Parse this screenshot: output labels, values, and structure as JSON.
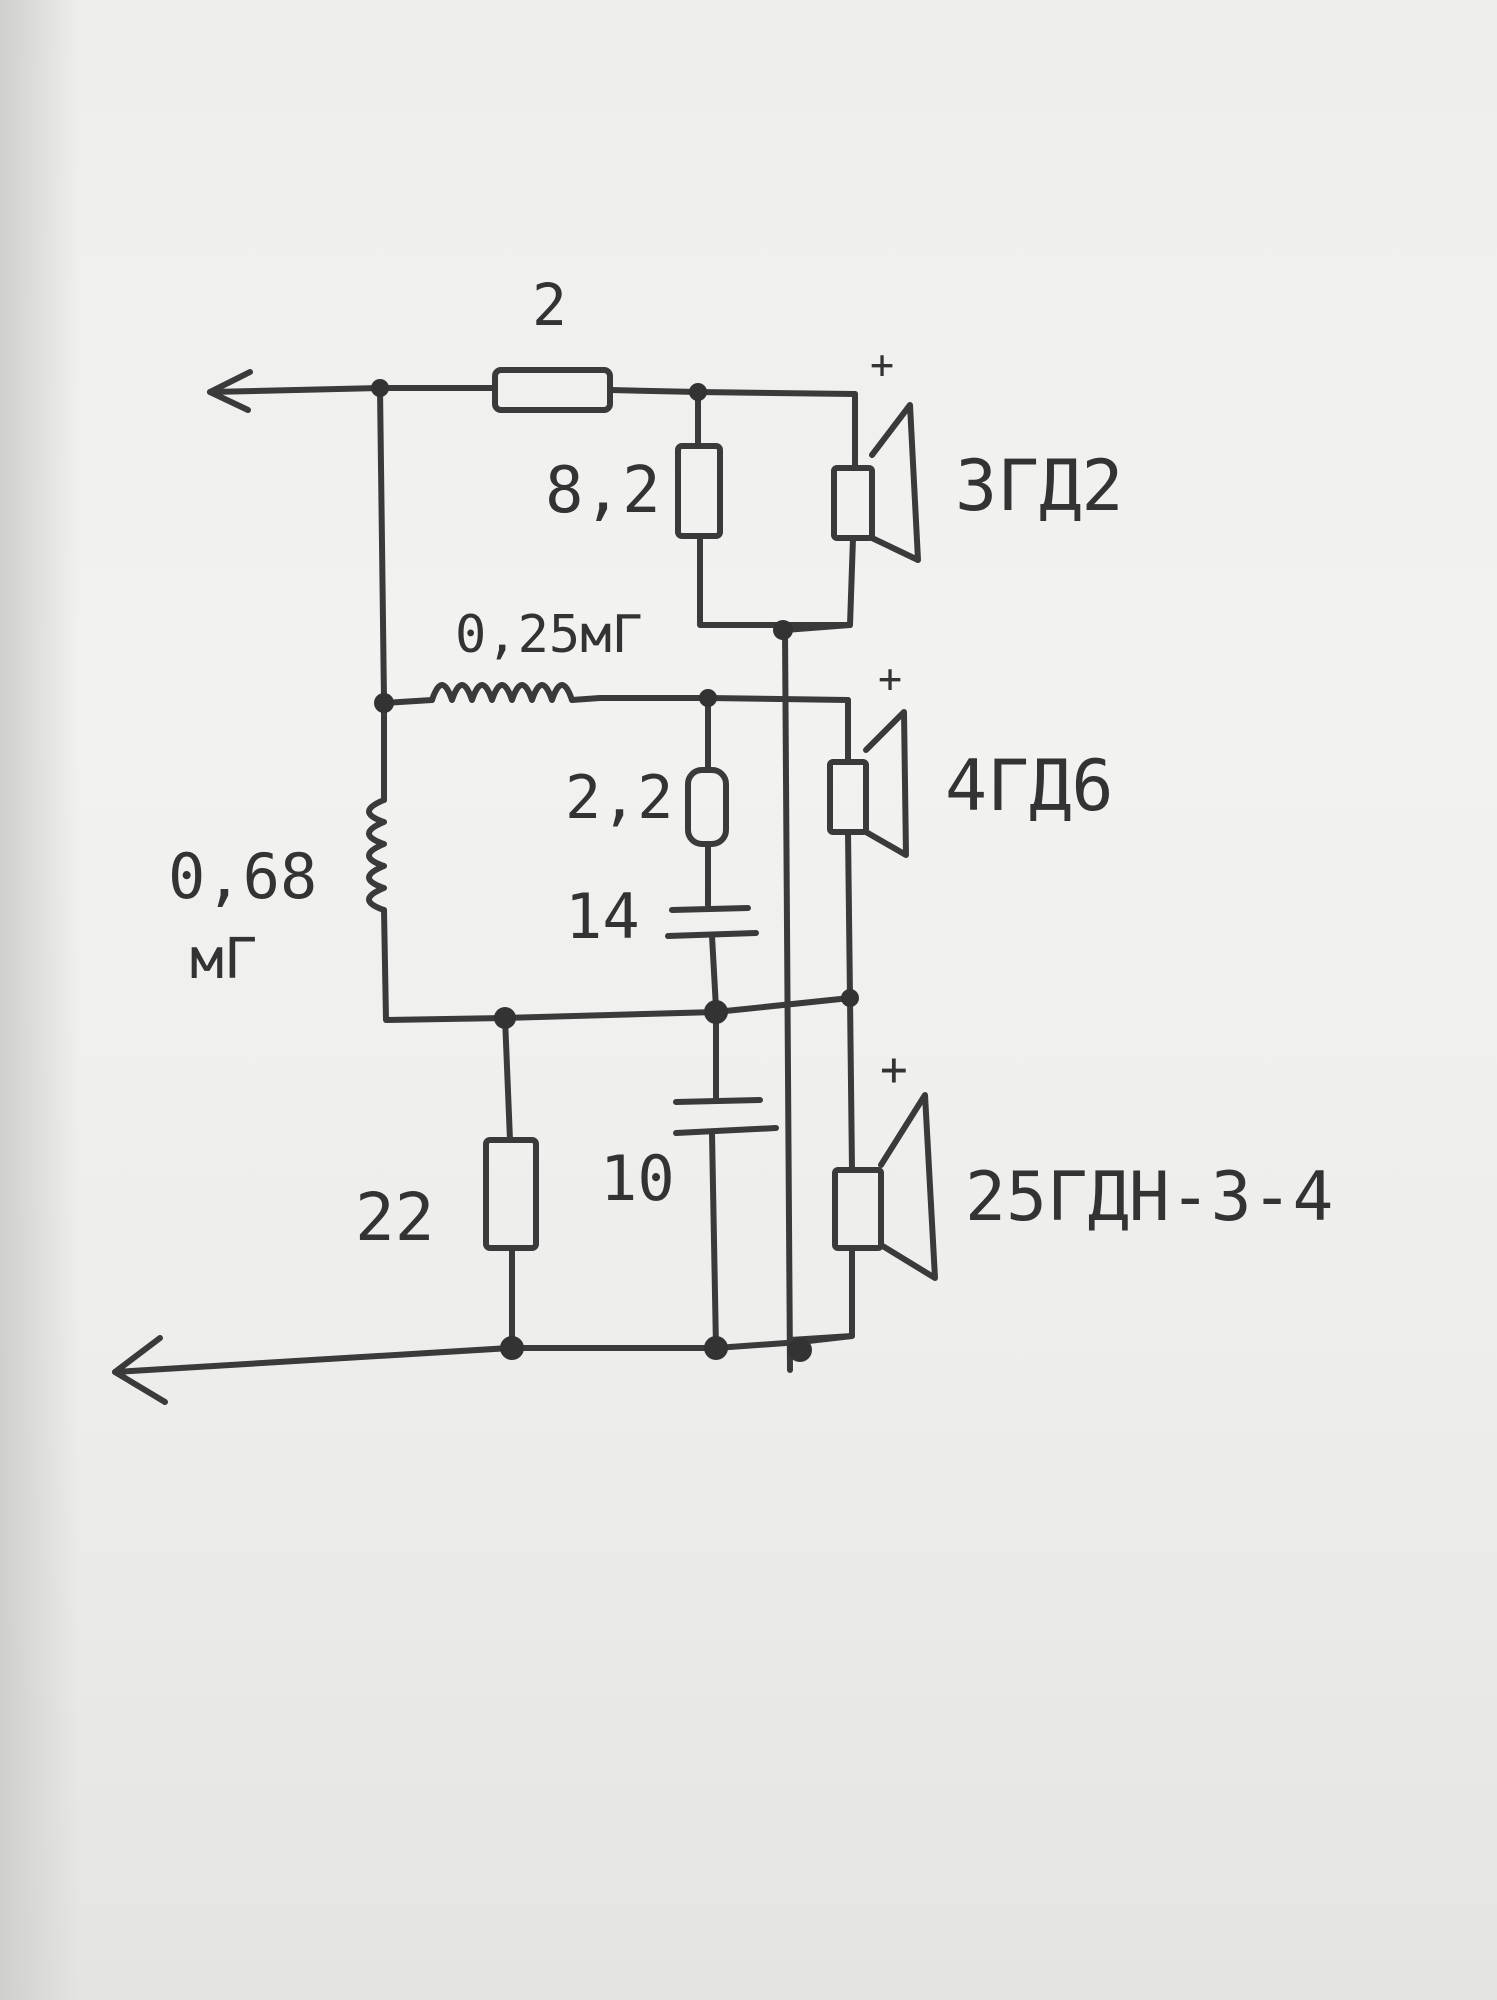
{
  "labels": {
    "r_series": "2",
    "r_tweeter": "8,2",
    "tweeter": "3ГД2",
    "l_mid": "0,25мГ",
    "r_mid": "2,2",
    "c_mid": "14",
    "mid": "4ГД6",
    "l_bass_value": "0,68",
    "l_bass_unit": "мГ",
    "r_bass": "22",
    "c_bass": "10",
    "woofer": "25ГДН-3-4",
    "plus_1": "+",
    "plus_2": "+",
    "plus_3": "+"
  },
  "colors": {
    "ink": "#333333",
    "paper": "#f0f0ee"
  }
}
